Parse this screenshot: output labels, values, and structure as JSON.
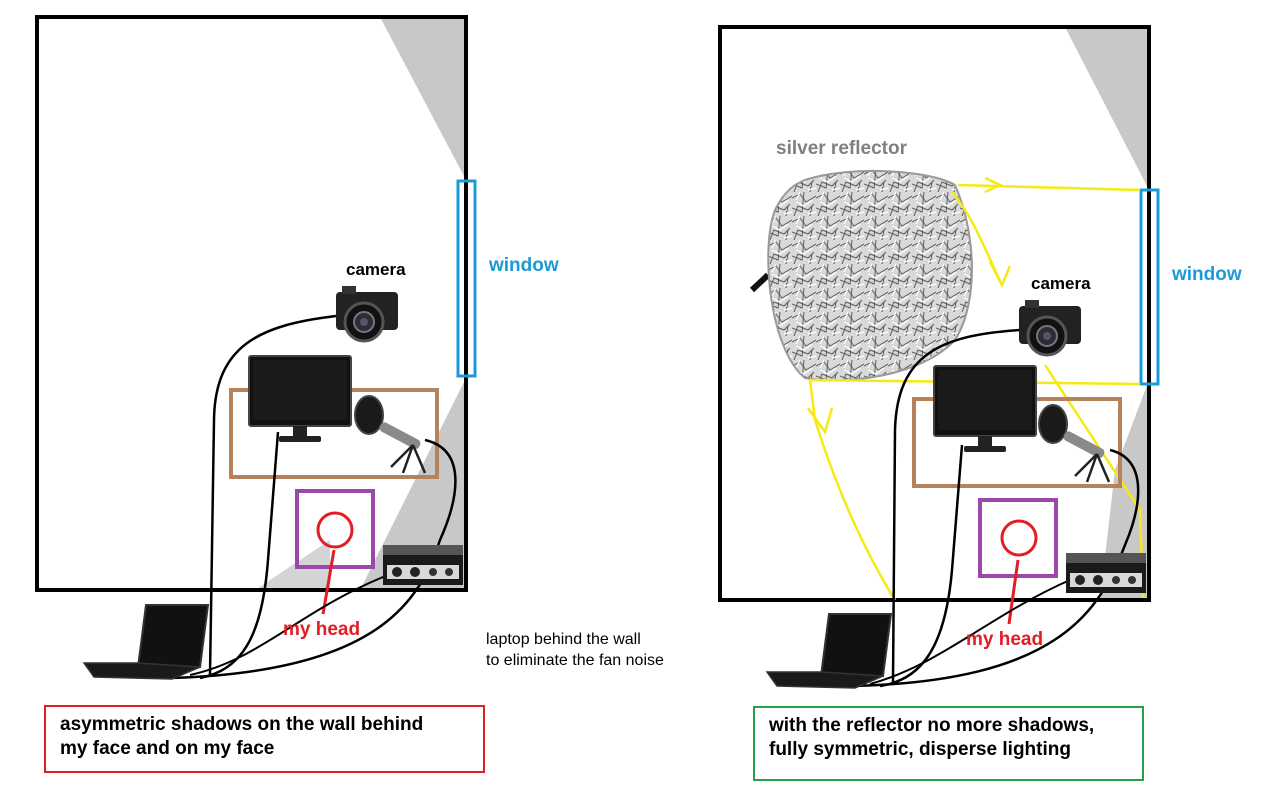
{
  "colors": {
    "wall": "#000000",
    "light_wedge": "#c8c8c8",
    "window": "#1b9ad8",
    "desk": "#b5825b",
    "head_box": "#9b49a8",
    "head_circle": "#e21d24",
    "light_ray": "#f5ea14",
    "caption_left_border": "#e21d24",
    "caption_right_border": "#22a447",
    "reflector_label": "#808080"
  },
  "icons": {
    "camera": "camera-icon",
    "monitor": "monitor-icon",
    "microphone": "microphone-icon",
    "laptop": "laptop-icon",
    "audio_interface": "audio-interface-icon",
    "reflector": "reflector-icon"
  },
  "left_diagram": {
    "camera_label": "camera",
    "window_label": "window",
    "head_label": "my head",
    "caption_lines": [
      "asymmetric shadows on the wall behind",
      "my face and on my face"
    ]
  },
  "note": {
    "lines": [
      "laptop behind the wall",
      "to eliminate the fan noise"
    ]
  },
  "right_diagram": {
    "reflector_label": "silver reflector",
    "camera_label": "camera",
    "window_label": "window",
    "head_label": "my head",
    "caption_lines": [
      "with the reflector no more shadows,",
      "fully symmetric, disperse lighting"
    ]
  }
}
